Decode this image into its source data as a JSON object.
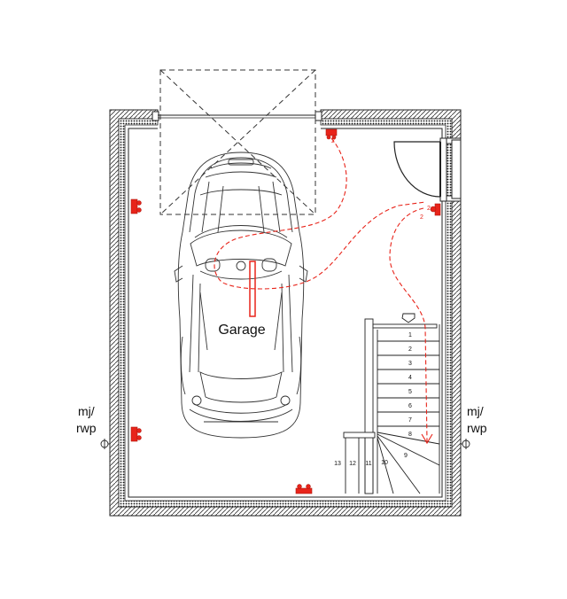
{
  "room_label": "Garage",
  "left_annotation": {
    "line1": "mj/",
    "line2": "rwp"
  },
  "right_annotation": {
    "line1": "mj/",
    "line2": "rwp"
  },
  "circuit_labels": [
    "2",
    "2",
    "2"
  ],
  "stair_steps": [
    "1",
    "2",
    "3",
    "4",
    "5",
    "6",
    "7",
    "8",
    "9",
    "10",
    "11",
    "12",
    "13"
  ],
  "colors": {
    "wall": "#222222",
    "circuit": "#e8241a",
    "car": "#333333"
  }
}
